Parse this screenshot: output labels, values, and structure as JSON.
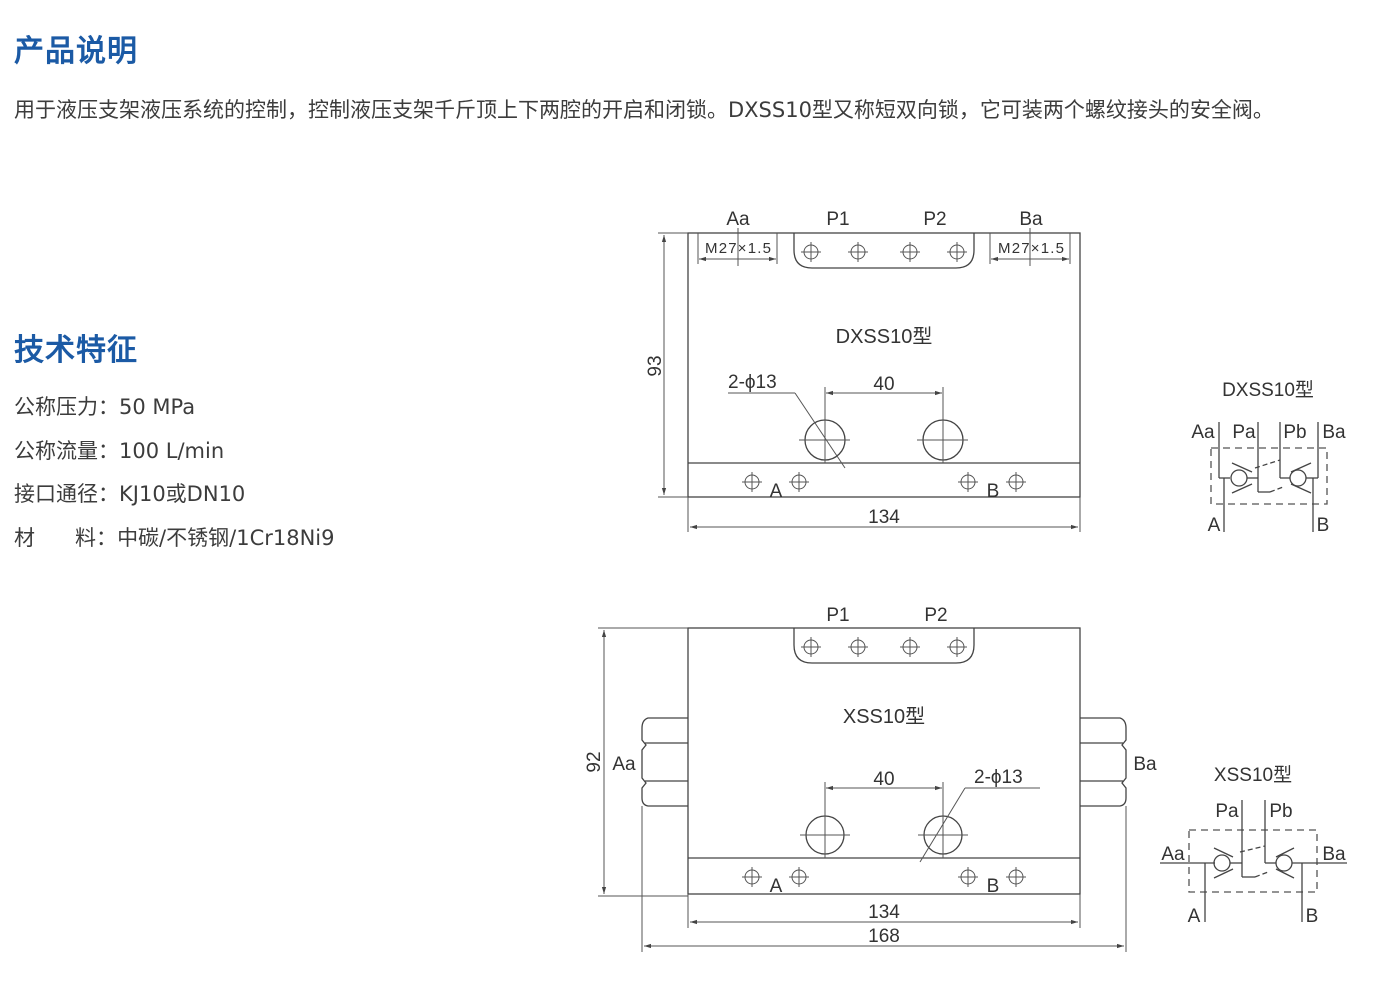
{
  "sections": {
    "description": {
      "title": "产品说明",
      "text": "用于液压支架液压系统的控制，控制液压支架千斤顶上下两腔的开启和闭锁。DXSS10型又称短双向锁，它可装两个螺纹接头的安全阀。"
    },
    "specs": {
      "title": "技术特征",
      "items": [
        {
          "label": "公称压力：",
          "value": "50 MPa"
        },
        {
          "label": "公称流量：",
          "value": "100 L/min"
        },
        {
          "label": "接口通径：",
          "value": "KJ10或DN10"
        },
        {
          "label": "材      料：",
          "value": "中碳/不锈钢/1Cr18Ni9"
        }
      ]
    }
  },
  "colors": {
    "heading": "#1b5aa5",
    "body_text": "#3c3c3c",
    "line": "#444444"
  },
  "drawings": {
    "dxss": {
      "model": "DXSS10型",
      "port_aa": "Aa",
      "port_p1": "P1",
      "port_p2": "P2",
      "port_ba": "Ba",
      "thread_left": "M27×1.5",
      "thread_right": "M27×1.5",
      "hole_spec": "2-ϕ13",
      "hole_spacing": "40",
      "height": "93",
      "width": "134",
      "port_a": "A",
      "port_b": "B"
    },
    "xss": {
      "model": "XSS10型",
      "port_aa": "Aa",
      "port_p1": "P1",
      "port_p2": "P2",
      "port_ba": "Ba",
      "hole_spec": "2-ϕ13",
      "hole_spacing": "40",
      "height": "92",
      "width_body": "134",
      "width_total": "168",
      "port_a": "A",
      "port_b": "B"
    }
  },
  "schematics": {
    "dxss": {
      "model": "DXSS10型",
      "aa": "Aa",
      "pa": "Pa",
      "pb": "Pb",
      "ba": "Ba",
      "a": "A",
      "b": "B"
    },
    "xss": {
      "model": "XSS10型",
      "aa": "Aa",
      "pa": "Pa",
      "pb": "Pb",
      "ba": "Ba",
      "a": "A",
      "b": "B"
    }
  }
}
